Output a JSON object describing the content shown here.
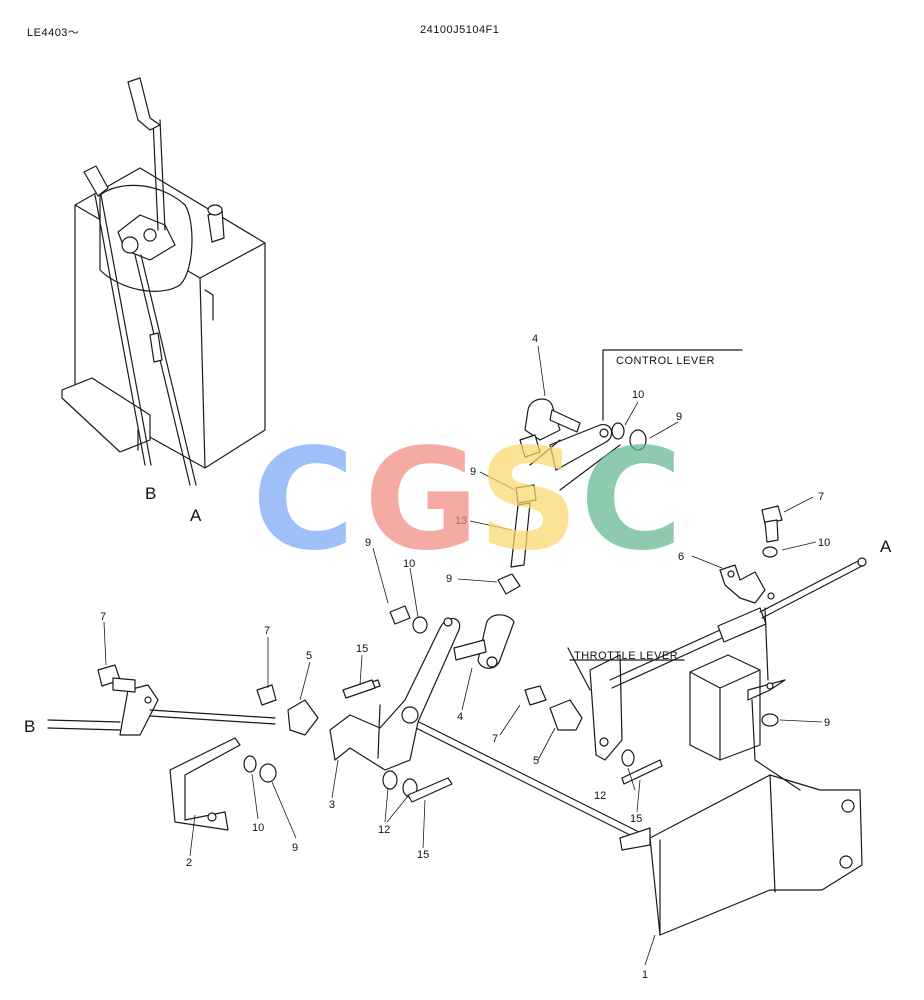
{
  "header": {
    "model_range": "LE4403～",
    "drawing_number": "24100J5104F1"
  },
  "callouts": {
    "control_lever": "CONTROL LEVER",
    "throttle_lever": "THROTTLE LEVER",
    "cable_a": "A",
    "cable_b": "B"
  },
  "part_numbers": {
    "p1": "1",
    "p2": "2",
    "p3": "3",
    "p4": "4",
    "p5": "5",
    "p6": "6",
    "p7": "7",
    "p9": "9",
    "p10": "10",
    "p12": "12",
    "p13": "13",
    "p15": "15"
  },
  "watermark": {
    "letters": [
      "C",
      "G",
      "S",
      "C"
    ],
    "colors": [
      "#7aa7f5",
      "#f28b82",
      "#fbd86b",
      "#63b88f"
    ]
  }
}
